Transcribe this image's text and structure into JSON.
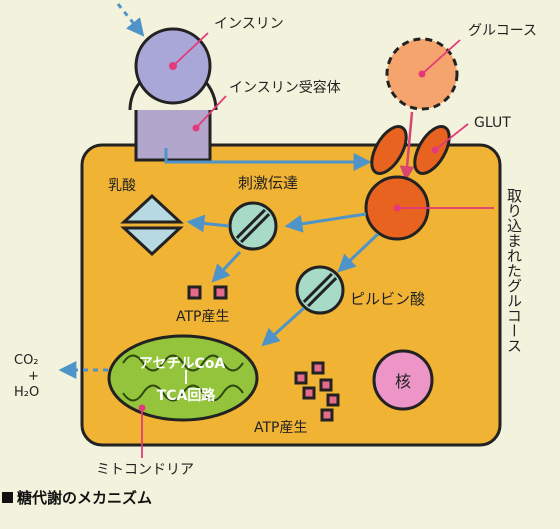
{
  "labels": {
    "insulin": "インスリン",
    "insulin_receptor": "インスリン受容体",
    "glucose": "グルコース",
    "glut": "GLUT",
    "signal_transduction": "刺激伝達",
    "lactic_acid": "乳酸",
    "pyruvic_acid": "ピルビン酸",
    "atp_production_1": "ATP産生",
    "atp_production_2": "ATP産生",
    "acetyl_coa": "アセチルCoA",
    "tca_cycle": "TCA回路",
    "nucleus": "核",
    "mitochondria": "ミトコンドリア",
    "uptaken_glucose": "取り込まれたグルコース",
    "co2": "CO₂",
    "plus": "+",
    "h2o": "H₂O"
  },
  "caption": "糖代謝のメカニズム",
  "colors": {
    "cell_fill": "#f0b334",
    "insulin": "#a9a6d8",
    "receptor": "#b3a6cc",
    "glucose": "#f4a46c",
    "glut": "#e7631f",
    "enzyme": "#a7dac7",
    "mitochondria": "#94c43b",
    "nucleus": "#ec95c6",
    "arrow": "#4f94c8",
    "pointer": "#e23a7a"
  }
}
